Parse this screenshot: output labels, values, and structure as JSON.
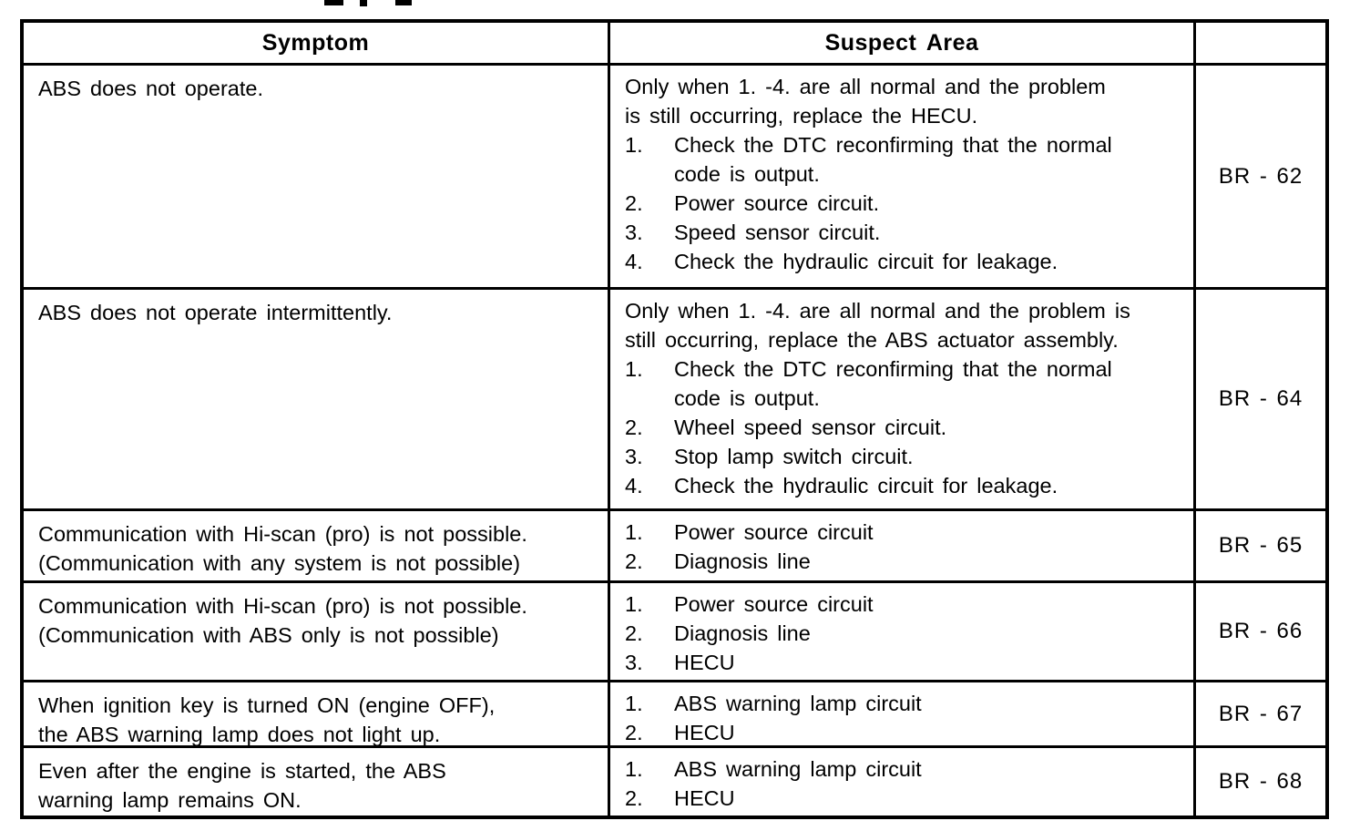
{
  "colors": {
    "ink": "#000000",
    "paper": "#ffffff"
  },
  "table": {
    "headers": {
      "symptom": "Symptom",
      "suspect_area": "Suspect Area",
      "page": ""
    },
    "rows": [
      {
        "symptom_lines": [
          "ABS does not operate."
        ],
        "suspect": {
          "intro_lines": [
            "Only when 1. -4. are all normal and the problem",
            "is still occurring, replace the HECU."
          ],
          "items": [
            {
              "num": "1.",
              "lines": [
                "Check the DTC reconfirming that the normal",
                "code is output."
              ]
            },
            {
              "num": "2.",
              "lines": [
                "Power source circuit."
              ]
            },
            {
              "num": "3.",
              "lines": [
                "Speed sensor circuit."
              ]
            },
            {
              "num": "4.",
              "lines": [
                "Check the hydraulic circuit for leakage."
              ]
            }
          ]
        },
        "page_ref": "BR - 62"
      },
      {
        "symptom_lines": [
          "ABS does not operate intermittently."
        ],
        "suspect": {
          "intro_lines": [
            "Only when 1. -4. are all normal and the problem is",
            "still occurring, replace the ABS actuator assembly."
          ],
          "items": [
            {
              "num": "1.",
              "lines": [
                "Check the DTC reconfirming that the normal",
                "code is output."
              ]
            },
            {
              "num": "2.",
              "lines": [
                "Wheel speed sensor circuit."
              ]
            },
            {
              "num": "3.",
              "lines": [
                "Stop lamp switch circuit."
              ]
            },
            {
              "num": "4.",
              "lines": [
                "Check the hydraulic circuit for leakage."
              ]
            }
          ]
        },
        "page_ref": "BR - 64"
      },
      {
        "symptom_lines": [
          "Communication with Hi-scan (pro) is not possible.",
          "(Communication with any system is not possible)"
        ],
        "suspect": {
          "intro_lines": [],
          "items": [
            {
              "num": "1.",
              "lines": [
                "Power source circuit"
              ]
            },
            {
              "num": "2.",
              "lines": [
                "Diagnosis line"
              ]
            }
          ]
        },
        "page_ref": "BR - 65"
      },
      {
        "symptom_lines": [
          "Communication with Hi-scan (pro) is not possible.",
          "(Communication with ABS only is not possible)"
        ],
        "suspect": {
          "intro_lines": [],
          "items": [
            {
              "num": "1.",
              "lines": [
                "Power source circuit"
              ]
            },
            {
              "num": "2.",
              "lines": [
                "Diagnosis line"
              ]
            },
            {
              "num": "3.",
              "lines": [
                "HECU"
              ]
            }
          ]
        },
        "page_ref": "BR - 66"
      },
      {
        "symptom_lines": [
          "When ignition key is turned ON (engine OFF),",
          "the ABS warning lamp does not light up."
        ],
        "suspect": {
          "intro_lines": [],
          "items": [
            {
              "num": "1.",
              "lines": [
                "ABS warning lamp circuit"
              ]
            },
            {
              "num": "2.",
              "lines": [
                "HECU"
              ]
            }
          ]
        },
        "page_ref": "BR - 67"
      },
      {
        "symptom_lines": [
          "Even after the engine is started, the ABS",
          "warning lamp remains ON."
        ],
        "suspect": {
          "intro_lines": [],
          "items": [
            {
              "num": "1.",
              "lines": [
                "ABS warning lamp circuit"
              ]
            },
            {
              "num": "2.",
              "lines": [
                "HECU"
              ]
            }
          ]
        },
        "page_ref": "BR - 68"
      }
    ]
  }
}
